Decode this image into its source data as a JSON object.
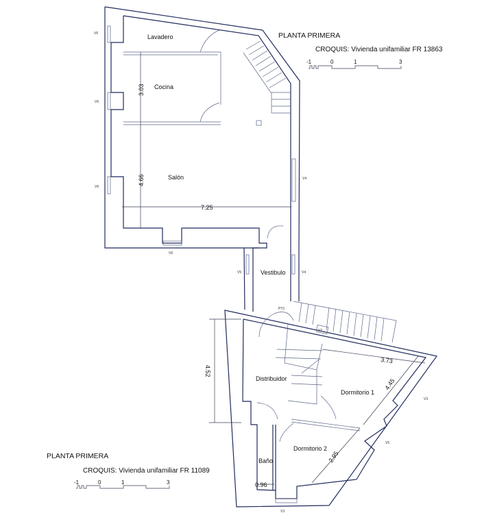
{
  "upper_plan": {
    "title": "PLANTA PRIMERA",
    "subtitle": "CROQUIS: Vivienda unifamiliar FR 13863",
    "scale_labels": [
      "-1",
      "0",
      "1",
      "3"
    ],
    "rooms": {
      "lavadero": "Lavadero",
      "cocina": "Cocina",
      "salon": "Salón",
      "vestibulo": "Vestibulo"
    },
    "dimensions": {
      "cocina_height": "3.03",
      "salon_height": "4.66",
      "width": "7.25"
    },
    "openings": {
      "left1": "V6",
      "left2": "V6",
      "left3": "V6",
      "bottom": "V6",
      "right": "V4",
      "vest_left": "V5",
      "vest_right": "V4",
      "door": "PY1"
    }
  },
  "lower_plan": {
    "title": "PLANTA PRIMERA",
    "subtitle": "CROQUIS: Vivienda unifamiliar FR 11089",
    "scale_labels": [
      "-1",
      "0",
      "1",
      "3"
    ],
    "rooms": {
      "distribuidor": "Distribuidor",
      "dormitorio1": "Dormitorio 1",
      "dormitorio2": "Dormitorio 2",
      "bano": "Baño"
    },
    "dimensions": {
      "height": "4.52",
      "d1_width": "3.73",
      "d1_depth": "4.45",
      "d2_depth": "2.95",
      "bano_width": "0.96"
    },
    "openings": {
      "top": "V2",
      "right1": "V3",
      "right2": "V5",
      "bottom": "V3"
    }
  }
}
